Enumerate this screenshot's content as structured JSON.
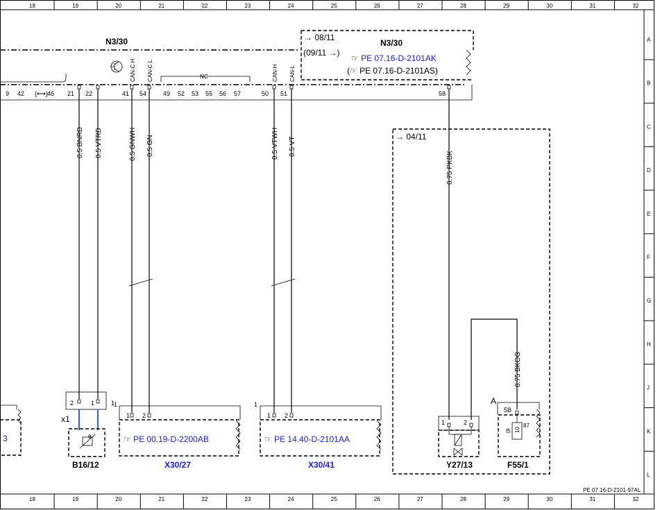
{
  "grid": {
    "columns": [
      "18",
      "19",
      "20",
      "21",
      "22",
      "23",
      "24",
      "25",
      "26",
      "27",
      "28",
      "29",
      "30",
      "31",
      "32"
    ],
    "rows": [
      "A",
      "B",
      "C",
      "D",
      "E",
      "F",
      "G",
      "H",
      "J",
      "K",
      "L"
    ]
  },
  "module_main": {
    "label": "N3/30",
    "pins_left": [
      "9",
      "42",
      "46",
      "21",
      "22",
      "41",
      "54",
      "49",
      "52",
      "53",
      "55",
      "56",
      "57",
      "50",
      "51"
    ],
    "can_labels": [
      "CAN-C H",
      "CAN-C L",
      "CAN-H",
      "CAN-L"
    ],
    "nc_label": "NC"
  },
  "module_right": {
    "label": "N3/30",
    "date_from": "08/11",
    "date_paren": "(09/11",
    "ref1": "PE 07.16-D-2101AK",
    "ref2": "PE 07.16-D-2101AS)",
    "ref2_prefix": "(",
    "pin": "58"
  },
  "wires": {
    "w21": "0.5 BNRD",
    "w22": "0.5 VTRD",
    "w41": "0.5 GNWH",
    "w54": "0.5 GN",
    "w50": "0.5 VTWH",
    "w51": "0.5 VT",
    "w58": "0.75 PKBK",
    "wf55": "0.75 BKOG"
  },
  "dashed_group_right": {
    "date": "04/11"
  },
  "connectors": {
    "b16": {
      "label": "B16/12",
      "connector": "x1",
      "pins": [
        "2",
        "1"
      ],
      "pin_one": "1",
      "sensor_mark": "θ"
    },
    "x30_27": {
      "label": "X30/27",
      "pins": [
        "1",
        "2"
      ],
      "ref": "PE 00.19-D-2200AB",
      "pin_one": "1"
    },
    "x30_41": {
      "label": "X30/41",
      "pins": [
        "1",
        "2"
      ],
      "ref": "PE 14.40-D-2101AA",
      "pin_one": "1"
    },
    "y27": {
      "label": "Y27/13",
      "pins": [
        "1",
        "2"
      ]
    },
    "f55": {
      "label": "F55/1",
      "marker": "A",
      "pin": "5B",
      "fuse_pin": "f5",
      "fuse_num": "10",
      "fuse_out": "87"
    }
  },
  "left_fragment_ref": "3",
  "footer_ref": "PE 07.16-D-2101-97AL",
  "colors": {
    "link": "#1a1ad0",
    "blue_wire": "#2a63d6"
  }
}
